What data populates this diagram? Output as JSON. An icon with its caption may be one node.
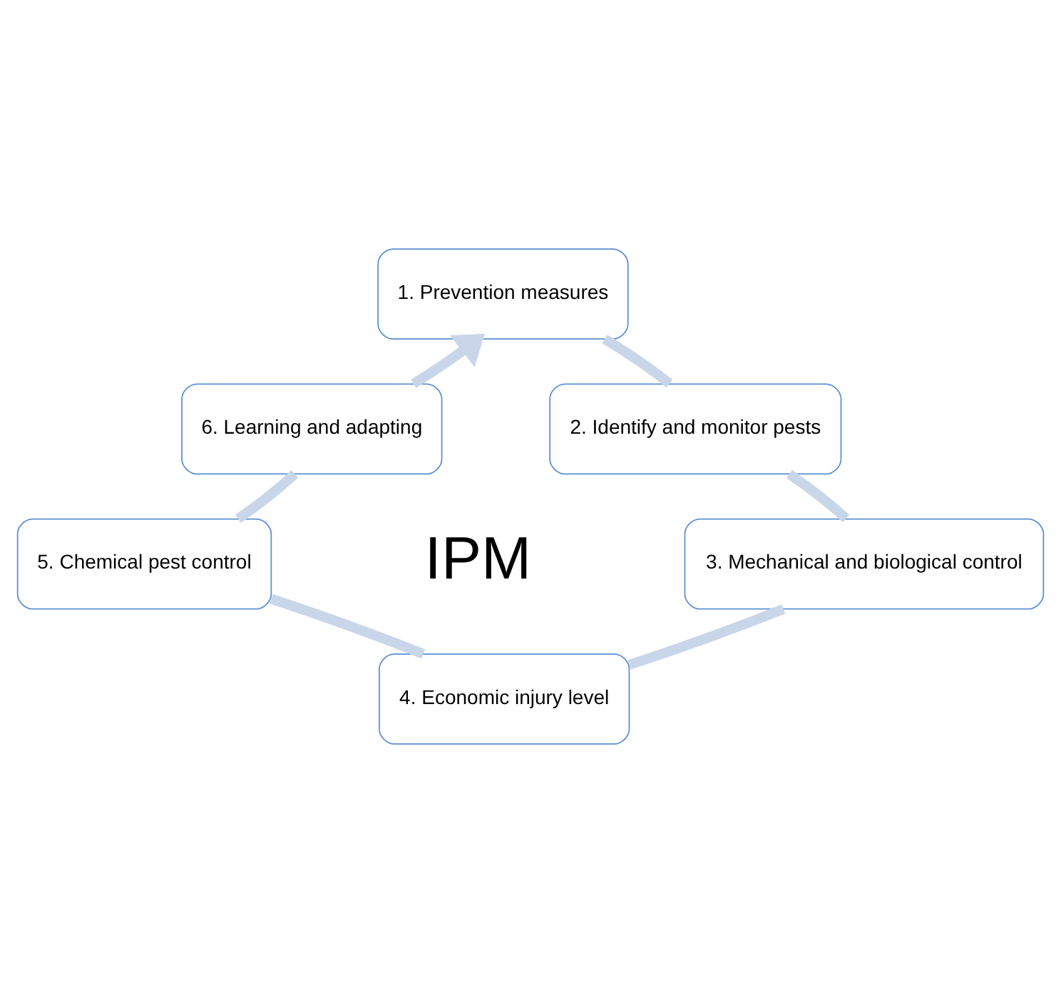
{
  "diagram": {
    "nodes": [
      {
        "text": [
          "1. Prevention measures"
        ]
      },
      {
        "text": [
          "2. Identify and monitor pests"
        ]
      },
      {
        "text": [
          "3. Mechanical and biological control"
        ]
      },
      {
        "text": [
          "4. Economic injury level"
        ]
      },
      {
        "text": [
          "5. Chemical pest control"
        ]
      },
      {
        "text": [
          "6. Learning and adapting"
        ]
      }
    ],
    "edges": [
      {
        "from": 0,
        "to": 1,
        "arrow": "none"
      },
      {
        "from": 1,
        "to": 2,
        "arrow": "none"
      },
      {
        "from": 2,
        "to": 3,
        "arrow": "none"
      },
      {
        "from": 3,
        "to": 4,
        "arrow": "none"
      },
      {
        "from": 4,
        "to": 5,
        "arrow": "none"
      },
      {
        "from": 5,
        "to": 0,
        "arrow": "to"
      }
    ],
    "labels": [
      "IPM"
    ]
  }
}
